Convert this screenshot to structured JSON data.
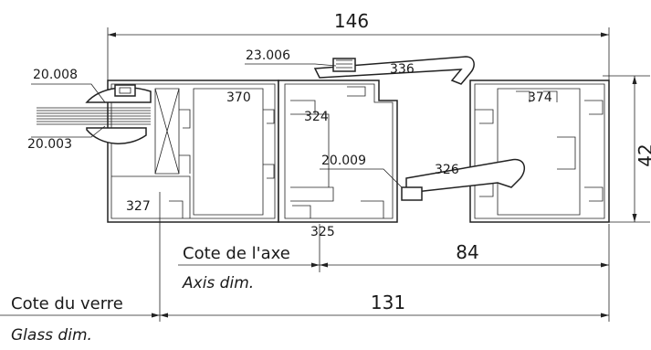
{
  "dimensions": {
    "overall_width": "146",
    "height": "42",
    "axis_dim_value": "84",
    "glass_dim_value": "131"
  },
  "captions": {
    "axis_fr": "Cote de l'axe",
    "axis_en": "Axis dim.",
    "glass_fr": "Cote du verre",
    "glass_en": "Glass dim."
  },
  "part_labels": {
    "p20_008": "20.008",
    "p20_003": "20.003",
    "p23_006": "23.006",
    "p20_009": "20.009",
    "p336": "336",
    "p370": "370",
    "p374": "374",
    "p324": "324",
    "p326": "326",
    "p327": "327",
    "p325": "325"
  }
}
